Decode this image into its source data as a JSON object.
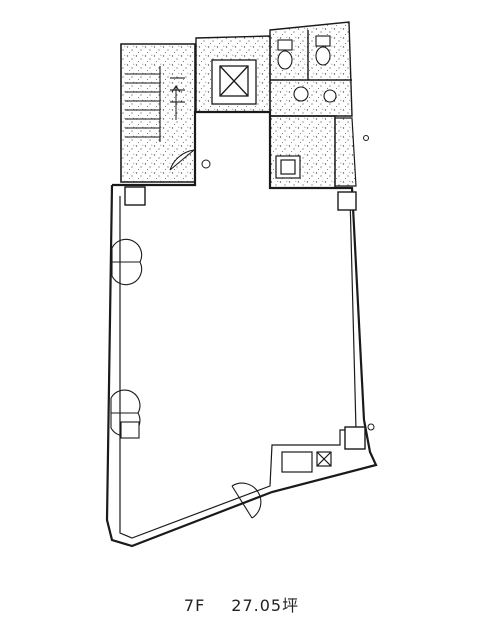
{
  "plan": {
    "floor": "7F",
    "area": "27.05",
    "area_unit": "坪"
  },
  "style": {
    "line_color": "#1a1a1a",
    "hatch_color": "#555555",
    "background": "#ffffff"
  }
}
